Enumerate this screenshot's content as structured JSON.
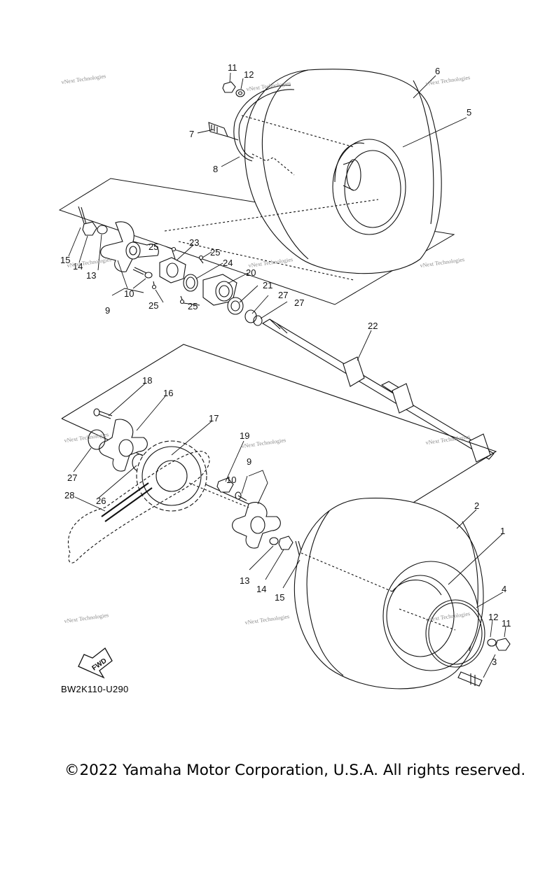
{
  "callouts": [
    "1",
    "2",
    "3",
    "4",
    "5",
    "6",
    "7",
    "8",
    "9",
    "10",
    "11",
    "12",
    "13",
    "14",
    "15",
    "16",
    "17",
    "18",
    "19",
    "20",
    "21",
    "22",
    "23",
    "24",
    "25",
    "26",
    "27",
    "28"
  ],
  "watermark": {
    "text": "vNext Technologies"
  },
  "fwd_label": "FWD",
  "diagram_code": "BW2K110-U290",
  "copyright": "©2022 Yamaha Motor Corporation, U.S.A. All rights reserved."
}
